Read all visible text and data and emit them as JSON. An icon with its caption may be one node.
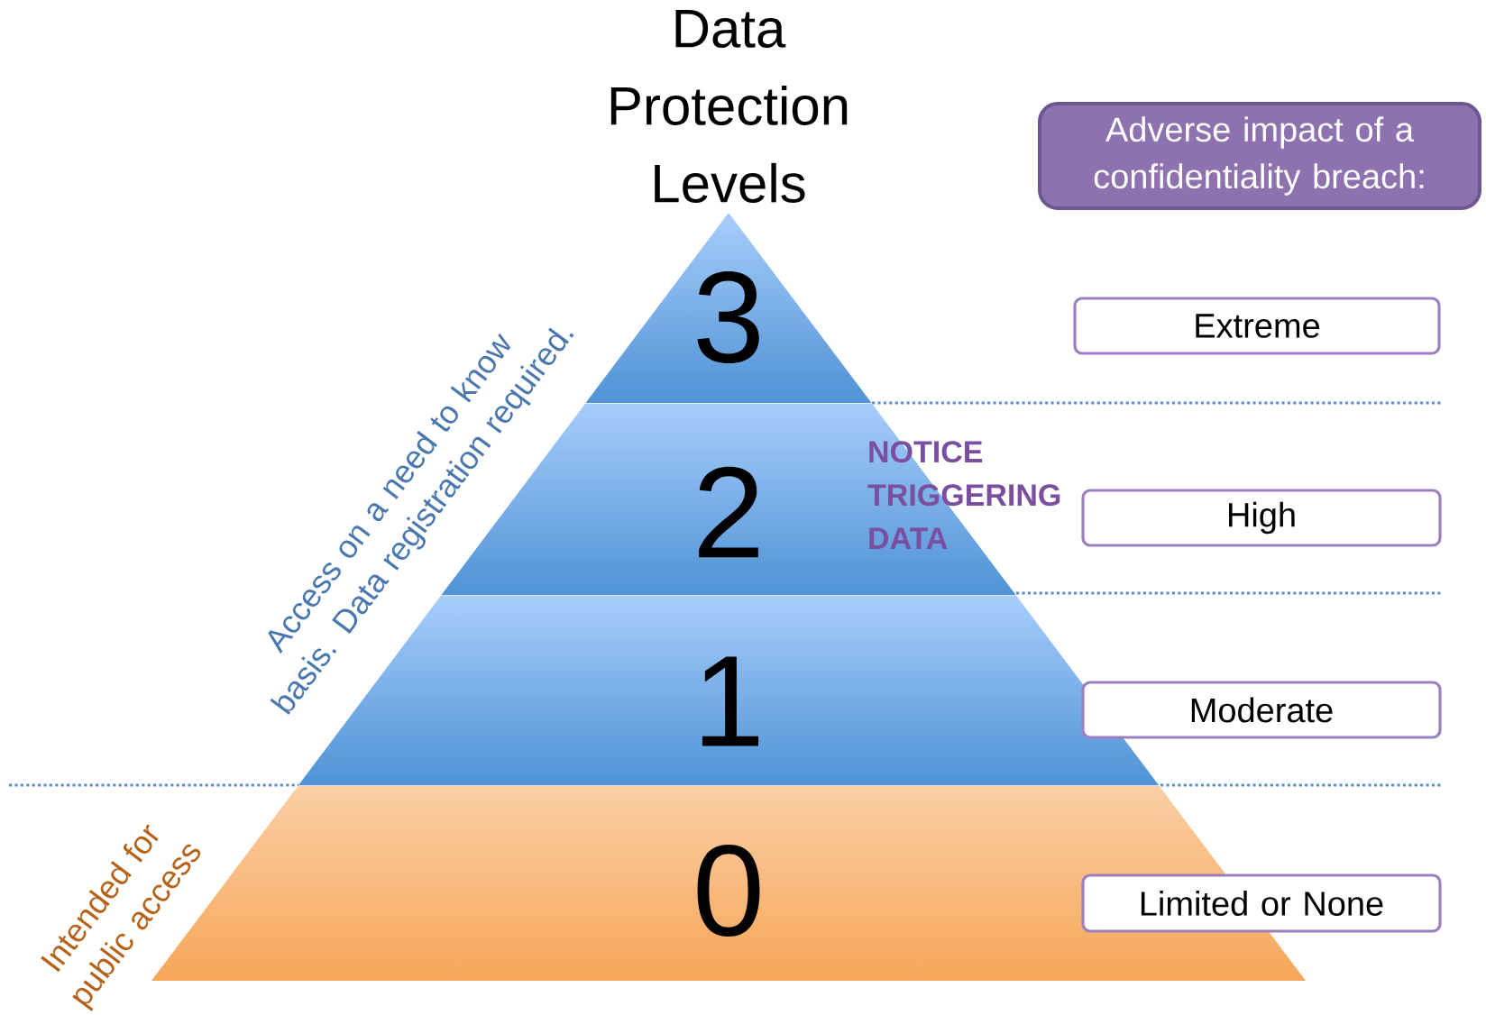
{
  "diagram": {
    "title": "Data Protection Levels",
    "nodes": [
      {
        "text": [
          "3"
        ]
      },
      {
        "text": [
          "2"
        ]
      },
      {
        "text": [
          "1"
        ]
      },
      {
        "text": [
          "0"
        ]
      },
      {
        "text": [
          "Adverse impact of a confidentiality breach:"
        ]
      },
      {
        "text": [
          "Extreme"
        ]
      },
      {
        "text": [
          "High"
        ]
      },
      {
        "text": [
          "Moderate"
        ]
      },
      {
        "text": [
          "Limited or None"
        ]
      }
    ],
    "labels": [
      "Access on a need to know basis. Data registration required.",
      "NOTICE TRIGGERING DATA",
      "Intended for public access"
    ]
  }
}
